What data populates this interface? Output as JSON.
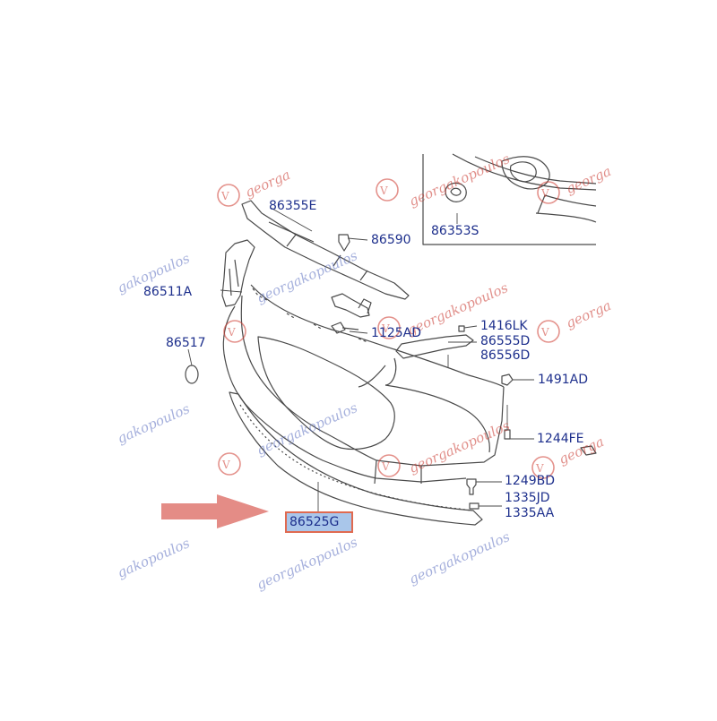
{
  "watermark": {
    "text_full": "georgakopoulos",
    "text_tail": "gakopoulos",
    "text_head": "georga"
  },
  "callouts": {
    "c86355E": "86355E",
    "c86590": "86590",
    "c86353S": "86353S",
    "c86511A": "86511A",
    "c86517": "86517",
    "c1125AD": "1125AD",
    "c1416LK": "1416LK",
    "c86555D": "86555D",
    "c86556D": "86556D",
    "c1491AD": "1491AD",
    "c1244FE": "1244FE",
    "c1249BD": "1249BD",
    "c1335JD": "1335JD",
    "c1335AA": "1335AA",
    "c86525G": "86525G"
  },
  "colors": {
    "label": "#1d2f8c",
    "line": "#4a4a4a",
    "arrow": "#e48c86",
    "highlight": "#a9c6ea",
    "highlight_border": "#e06a50",
    "watermark": "#c9352c"
  }
}
